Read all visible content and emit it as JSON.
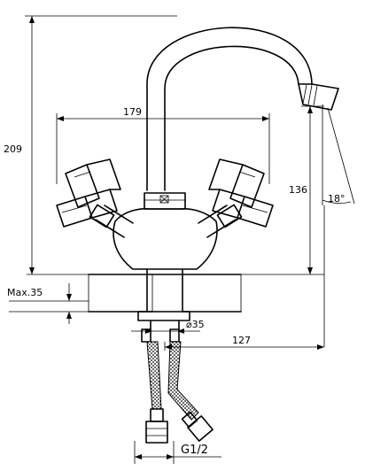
{
  "dimensions": {
    "total_height": "209",
    "handle_span": "179",
    "spout_height": "136",
    "spout_angle": "18°",
    "max_counter": "Max.35",
    "base_diameter": "⌀35",
    "spout_reach": "127",
    "thread": "G1/2"
  }
}
